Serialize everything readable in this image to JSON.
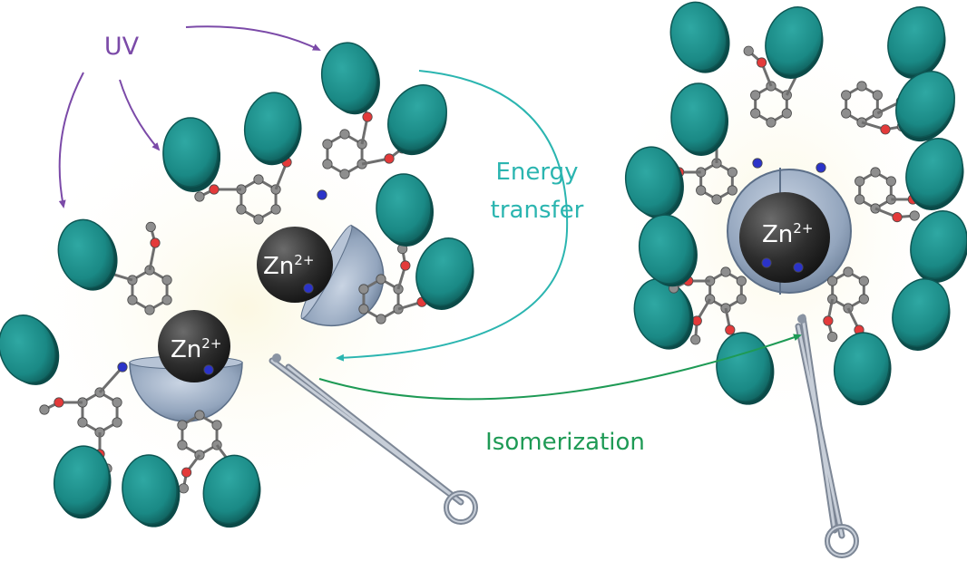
{
  "labels": {
    "uv": "UV",
    "energy_line1": "Energy",
    "energy_line2": "transfer",
    "isomerization": "Isomerization",
    "zn_a": "Zn",
    "zn_a_charge": "2+",
    "zn_b": "Zn",
    "zn_b_charge": "2+",
    "zn_c": "Zn",
    "zn_c_charge": "2+"
  },
  "colors": {
    "uv": "#7b4aa8",
    "energy": "#2bb5b0",
    "isomerization": "#1e9a55",
    "chromophore": "#1f8f8a",
    "oxygen": "#e33a3a",
    "nitrogen": "#2b33c9",
    "carbon": "#8e8e8e",
    "zinc": "#3b3b3b",
    "hemisphere": "#9fb0c6"
  }
}
